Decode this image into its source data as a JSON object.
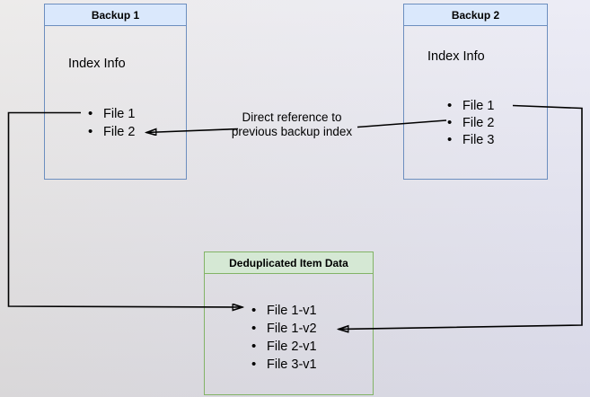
{
  "diagram": {
    "backup1": {
      "title": "Backup 1",
      "body_label": "Index Info",
      "files": [
        "File 1",
        "File 2"
      ]
    },
    "backup2": {
      "title": "Backup 2",
      "body_label": "Index Info",
      "files": [
        "File 1",
        "File 2",
        "File 3"
      ]
    },
    "dedup": {
      "title": "Deduplicated Item Data",
      "files": [
        "File 1-v1",
        "File 1-v2",
        "File 2-v1",
        "File 3-v1"
      ]
    },
    "annotation": {
      "line1": "Direct reference to",
      "line2": "previous backup index"
    },
    "colors": {
      "blue_fill": "#dae8fc",
      "blue_border": "#6c8ebf",
      "green_fill": "#d5e8d4",
      "green_border": "#82b366",
      "arrow": "#000000"
    }
  }
}
